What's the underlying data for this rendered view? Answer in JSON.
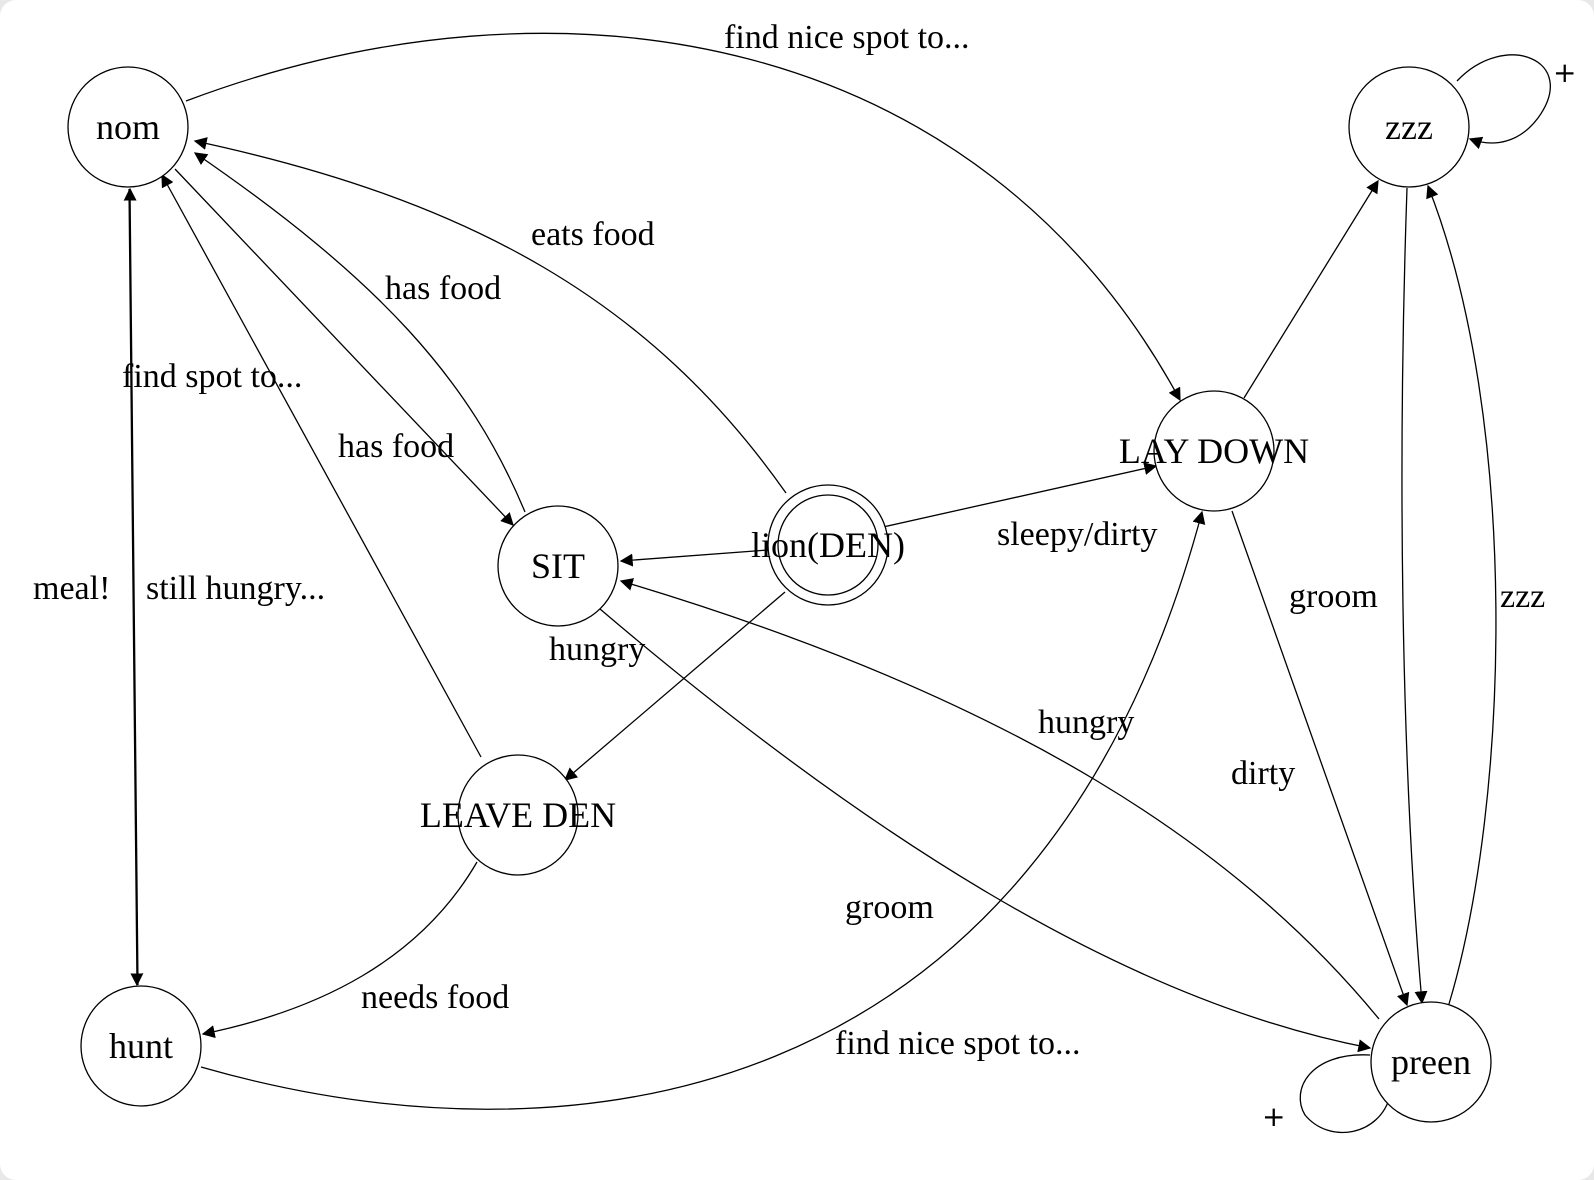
{
  "diagram": {
    "nodes": [
      {
        "id": "nom",
        "label": "nom"
      },
      {
        "id": "zzz",
        "label": "zzz"
      },
      {
        "id": "lay_down",
        "label": "LAY DOWN"
      },
      {
        "id": "sit",
        "label": "SIT"
      },
      {
        "id": "lion_den",
        "label": "lion(DEN)",
        "shape": "double-circle"
      },
      {
        "id": "leave_den",
        "label": "LEAVE DEN"
      },
      {
        "id": "hunt",
        "label": "hunt"
      },
      {
        "id": "preen",
        "label": "preen"
      }
    ],
    "edges": [
      {
        "id": "nom_to_lay_down",
        "from": "nom",
        "to": "lay_down",
        "label": "find nice spot to..."
      },
      {
        "id": "lion_den_to_nom",
        "from": "lion_den",
        "to": "nom",
        "label": "eats food"
      },
      {
        "id": "sit_to_nom",
        "from": "sit",
        "to": "nom",
        "label": "has food"
      },
      {
        "id": "nom_to_sit",
        "from": "nom",
        "to": "sit",
        "label": "find spot to..."
      },
      {
        "id": "leave_den_to_nom",
        "from": "leave_den",
        "to": "nom",
        "label": "has food"
      },
      {
        "id": "hunt_to_nom",
        "from": "hunt",
        "to": "nom",
        "label": "meal!"
      },
      {
        "id": "nom_to_hunt",
        "from": "nom",
        "to": "hunt",
        "label": "still hungry..."
      },
      {
        "id": "lion_den_to_sit",
        "from": "lion_den",
        "to": "sit",
        "label": ""
      },
      {
        "id": "lion_den_to_lay_down",
        "from": "lion_den",
        "to": "lay_down",
        "label": "sleepy/dirty"
      },
      {
        "id": "lion_den_to_leave_den",
        "from": "lion_den",
        "to": "leave_den",
        "label": "hungry"
      },
      {
        "id": "sit_to_preen",
        "from": "sit",
        "to": "preen",
        "label": "groom"
      },
      {
        "id": "preen_to_sit",
        "from": "preen",
        "to": "sit",
        "label": "hungry"
      },
      {
        "id": "leave_den_to_hunt",
        "from": "leave_den",
        "to": "hunt",
        "label": "needs food"
      },
      {
        "id": "hunt_to_lay_down",
        "from": "hunt",
        "to": "lay_down",
        "label": "find nice spot to..."
      },
      {
        "id": "lay_down_to_zzz",
        "from": "lay_down",
        "to": "zzz",
        "label": ""
      },
      {
        "id": "lay_down_to_preen",
        "from": "lay_down",
        "to": "preen",
        "label": "dirty"
      },
      {
        "id": "zzz_to_preen",
        "from": "zzz",
        "to": "preen",
        "label": "groom"
      },
      {
        "id": "preen_to_zzz",
        "from": "preen",
        "to": "zzz",
        "label": "zzz"
      },
      {
        "id": "zzz_self_loop",
        "from": "zzz",
        "to": "zzz",
        "label": "+"
      },
      {
        "id": "preen_self_loop",
        "from": "preen",
        "to": "preen",
        "label": "+"
      }
    ]
  }
}
